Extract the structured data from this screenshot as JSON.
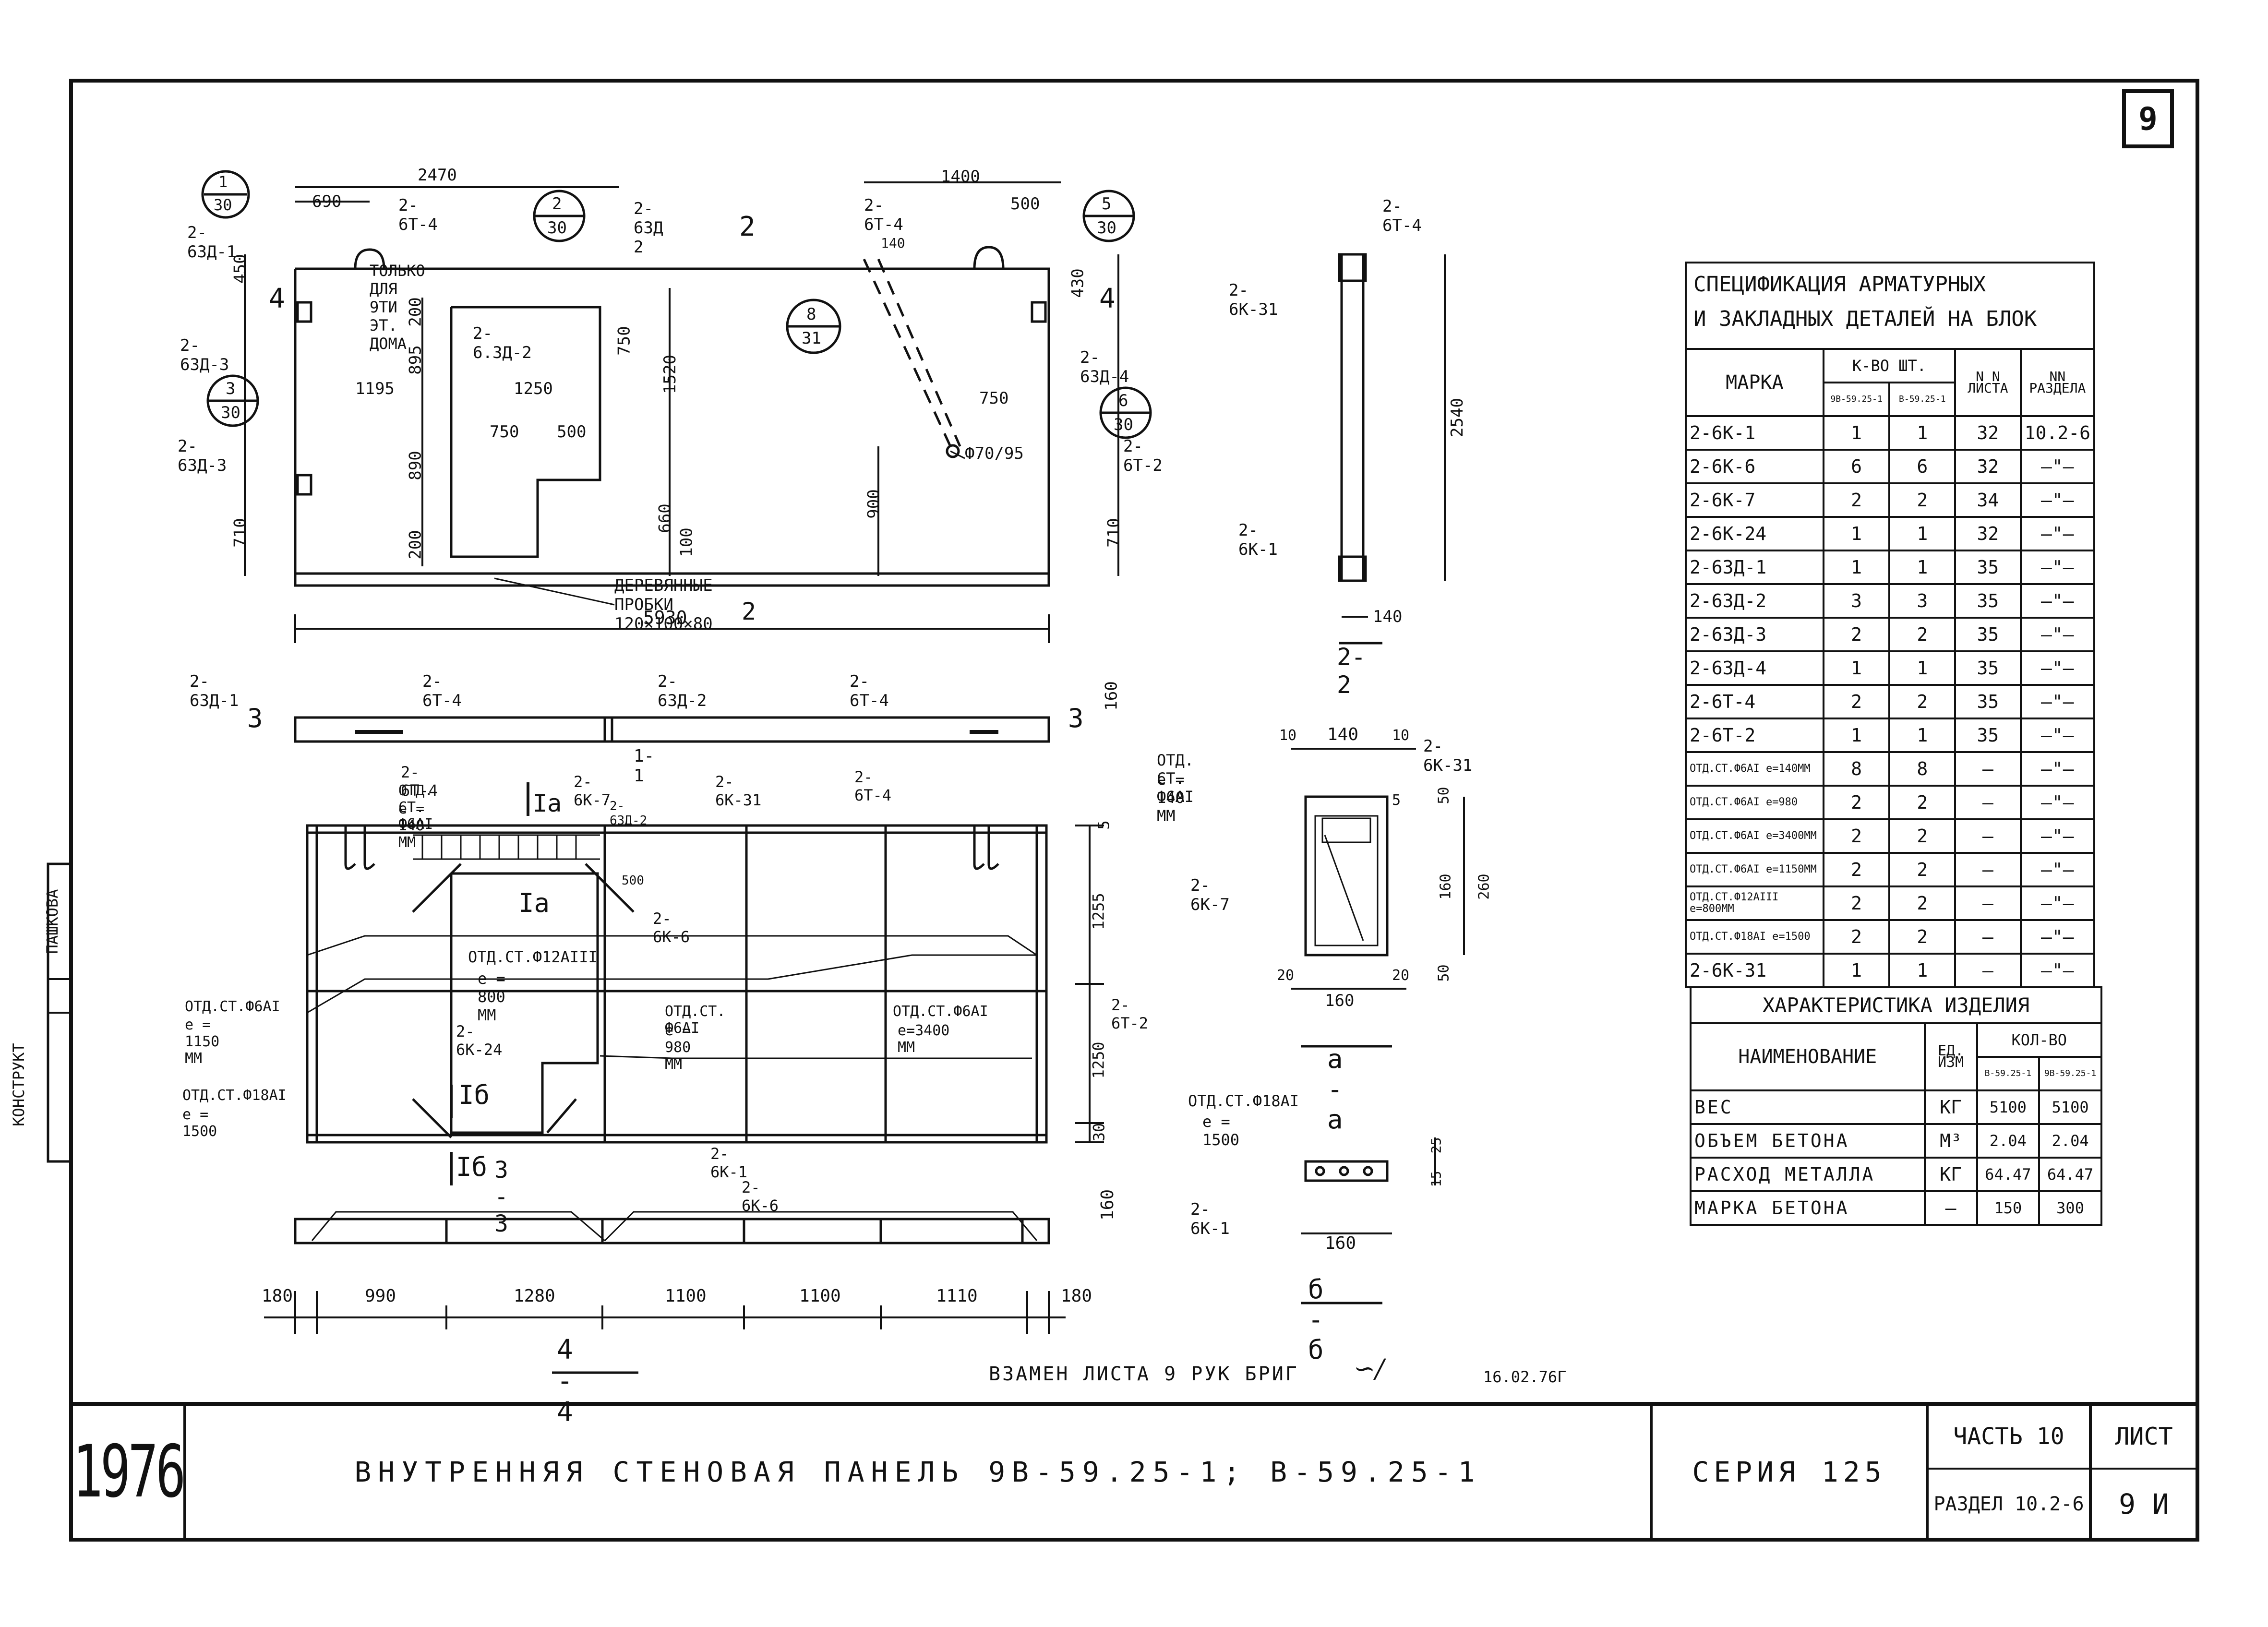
{
  "sheet_number_box": "9",
  "elevation": {
    "dims_top": [
      "2470",
      "690",
      "1400",
      "500"
    ],
    "marks_top": [
      "2-6Т-4",
      "2-6Т-4",
      "2-6Т-4"
    ],
    "note_top": "ТОЛЬКО ДЛЯ 9ТИ ЭТ. ДОМА",
    "callouts": [
      {
        "num": "1",
        "den": "30"
      },
      {
        "num": "2",
        "den": "30"
      },
      {
        "num": "3",
        "den": "30"
      },
      {
        "num": "5",
        "den": "30"
      },
      {
        "num": "6",
        "den": "30"
      },
      {
        "num": "8",
        "den": "31"
      }
    ],
    "marks": [
      "2-63Д-1",
      "2-63Д 2",
      "2-63Д-3",
      "2-63Д-3",
      "2-63Д-4",
      "2-6Т-2",
      "2-6.3Д-2"
    ],
    "dims": [
      "450",
      "200",
      "895",
      "750",
      "1520",
      "430",
      "1195",
      "1250",
      "750",
      "750",
      "500",
      "890",
      "660",
      "100",
      "900",
      "710",
      "710",
      "200",
      "140",
      "Ф70/95"
    ],
    "note_bottom": "ДЕРЕВЯННЫЕ ПРОБКИ 120×100×80",
    "total_width": "5930",
    "section_2": "2",
    "section_4": "4"
  },
  "section_2_2": {
    "marks": [
      "2-6Т-4",
      "2-6К-31",
      "2-6К-1"
    ],
    "dims": [
      "2540",
      "140"
    ],
    "label": "2-2"
  },
  "section_3_3": {
    "marks": [
      "2-63Д-1",
      "2-6Т-4",
      "2-63Д-2",
      "2-6Т-4"
    ],
    "dim": "160",
    "label": "3"
  },
  "section_1_1": {
    "title": "1-1",
    "marks": [
      "2-6Т-4",
      "ОТД. СТ. Ф6АI",
      "е = 140 ММ",
      "2-6К-7",
      "2-6К-31",
      "2-6Т-4",
      "2-63Д-2",
      "2-6К-6",
      "2-6К-24",
      "2-6Т-2",
      "2-6К-1",
      "2-6К-6"
    ],
    "notes": [
      "ОТД.СТ.Ф12АIII",
      "е = 800 ММ",
      "ОТД.СТ.Ф6АI",
      "е = 1150 ММ",
      "ОТД.СТ. Ф6АI",
      "е = 980 ММ",
      "ОТД.СТ.Ф6АI",
      "е=3400 ММ",
      "ОТД.СТ.Ф18АI",
      "е = 1500"
    ],
    "dims": [
      "5",
      "1255",
      "1250",
      "30",
      "500"
    ],
    "section_a": "Iа",
    "section_b": "Iб",
    "label": "3 - 3"
  },
  "section_4_4": {
    "dims": [
      "180",
      "990",
      "1280",
      "1100",
      "1100",
      "1110",
      "180",
      "160"
    ],
    "label": "4 - 4"
  },
  "section_a_a": {
    "dims_top": [
      "10",
      "140",
      "10"
    ],
    "marks": [
      "2-6К-31",
      "2-6К-7"
    ],
    "notes": [
      "ОТД. СТ. Ф6АI",
      "е = 140 ММ"
    ],
    "dims": [
      "5",
      "50",
      "160",
      "260",
      "50",
      "20",
      "160",
      "20"
    ],
    "label": "а - а"
  },
  "section_b_b": {
    "notes": [
      "ОТД.СТ.Ф18АI",
      "е = 1500"
    ],
    "mark": "2-6К-1",
    "dims": [
      "25",
      "15",
      "160"
    ],
    "label": "б - б"
  },
  "spec_table": {
    "title_line1": "СПЕЦИФИКАЦИЯ АРМАТУРНЫХ",
    "title_line2": "И ЗАКЛАДНЫХ ДЕТАЛЕЙ НА БЛОК",
    "headers": {
      "mark": "МАРКА",
      "qty": "К-ВО ШТ.",
      "qty_a": "9В-59.25-1",
      "qty_b": "В-59.25-1",
      "sheet": "N N ЛИСТА",
      "section": "NN РАЗДЕЛА"
    },
    "rows": [
      [
        "2-6К-1",
        "1",
        "1",
        "32",
        "10.2-6"
      ],
      [
        "2-6К-6",
        "6",
        "6",
        "32",
        "—\"—"
      ],
      [
        "2-6К-7",
        "2",
        "2",
        "34",
        "—\"—"
      ],
      [
        "2-6К-24",
        "1",
        "1",
        "32",
        "—\"—"
      ],
      [
        "2-63Д-1",
        "1",
        "1",
        "35",
        "—\"—"
      ],
      [
        "2-63Д-2",
        "3",
        "3",
        "35",
        "—\"—"
      ],
      [
        "2-63Д-3",
        "2",
        "2",
        "35",
        "—\"—"
      ],
      [
        "2-63Д-4",
        "1",
        "1",
        "35",
        "—\"—"
      ],
      [
        "2-6Т-4",
        "2",
        "2",
        "35",
        "—\"—"
      ],
      [
        "2-6Т-2",
        "1",
        "1",
        "35",
        "—\"—"
      ],
      [
        "ОТД.СТ.Ф6АI е=140ММ",
        "8",
        "8",
        "—",
        "—\"—"
      ],
      [
        "ОТД.СТ.Ф6АI е=980",
        "2",
        "2",
        "—",
        "—\"—"
      ],
      [
        "ОТД.СТ.Ф6АI е=3400ММ",
        "2",
        "2",
        "—",
        "—\"—"
      ],
      [
        "ОТД.СТ.Ф6АI е=1150ММ",
        "2",
        "2",
        "—",
        "—\"—"
      ],
      [
        "ОТД.СТ.Ф12АIII е=800ММ",
        "2",
        "2",
        "—",
        "—\"—"
      ],
      [
        "ОТД.СТ.Ф18АI е=1500",
        "2",
        "2",
        "—",
        "—\"—"
      ],
      [
        "2-6К-31",
        "1",
        "1",
        "—",
        "—\"—"
      ]
    ]
  },
  "char_table": {
    "title": "ХАРАКТЕРИСТИКА ИЗДЕЛИЯ",
    "headers": {
      "name": "НАИМЕНОВАНИЕ",
      "unit": "ЕД. ИЗМ",
      "qty": "КОЛ-ВО",
      "qty_a": "В-59.25-1",
      "qty_b": "9В-59.25-1"
    },
    "rows": [
      [
        "ВЕС",
        "КГ",
        "5100",
        "5100"
      ],
      [
        "ОБЪЕМ БЕТОНА",
        "М³",
        "2.04",
        "2.04"
      ],
      [
        "РАСХОД МЕТАЛЛА",
        "КГ",
        "64.47",
        "64.47"
      ],
      [
        "МАРКА БЕТОНА",
        "—",
        "150",
        "300"
      ]
    ]
  },
  "side_stamp": {
    "role": "КОНСТРУКТ",
    "name": "ПАШКОВА"
  },
  "replace_note": "ВЗАМЕН ЛИСТА 9 РУК БРИГ",
  "replace_date": "16.02.76Г",
  "title_block": {
    "year": "1976",
    "title": "ВНУТРЕННЯЯ СТЕНОВАЯ ПАНЕЛЬ 9В-59.25-1; В-59.25-1",
    "series": "СЕРИЯ 125",
    "part": "ЧАСТЬ 10",
    "section": "РАЗДЕЛ 10.2-6",
    "sheet_label": "ЛИСТ",
    "sheet": "9 И"
  }
}
